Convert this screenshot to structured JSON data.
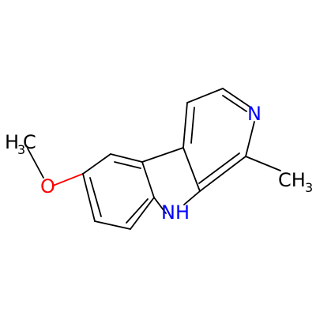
{
  "molecule": {
    "colors": {
      "bond": "#000000",
      "carbon_text": "#000000",
      "nitrogen_text": "#0000ff",
      "oxygen_text": "#ff0000"
    },
    "labels": {
      "methoxy_h": "H",
      "methoxy_sub": "3",
      "methoxy_c": "C",
      "oxygen": "O",
      "pyridine_n": "N",
      "indole_nh": "NH",
      "methyl_ch": "CH",
      "methyl_sub": "3"
    }
  }
}
